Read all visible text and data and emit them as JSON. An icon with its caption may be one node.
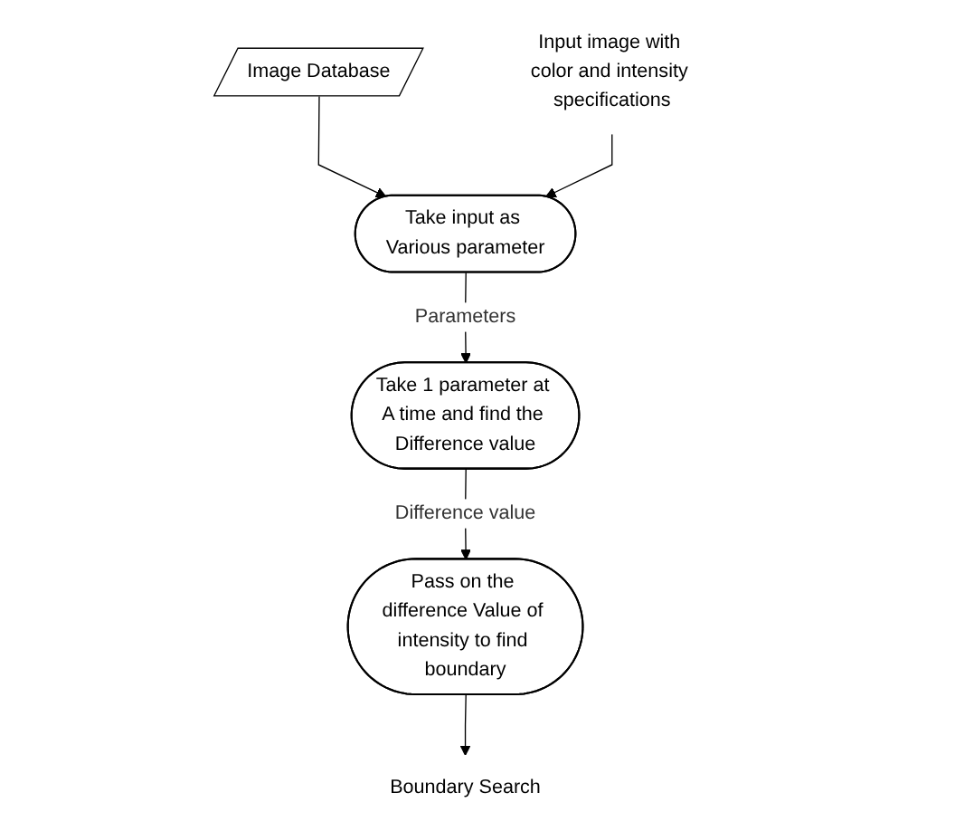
{
  "diagram": {
    "nodes": [
      {
        "text": [
          "Image Database"
        ]
      },
      {
        "text": [
          "Take input as Various parameter"
        ]
      },
      {
        "text": [
          "Input image with color and intensity specifications"
        ]
      },
      {
        "text": [
          "Take 1 parameter at A time and find the Difference value"
        ]
      },
      {
        "text": [
          "Pass on the difference Value of intensity to find boundary"
        ]
      },
      {
        "text": [
          "Boundary Search"
        ]
      }
    ],
    "edges": [
      {
        "from": 0,
        "to": 1,
        "arrow": "to"
      },
      {
        "from": 2,
        "to": 1,
        "arrow": "to"
      },
      {
        "from": 1,
        "to": 3,
        "arrow": "to",
        "label": "Parameters"
      },
      {
        "from": 3,
        "to": 4,
        "arrow": "to",
        "label": "Difference value"
      },
      {
        "from": 4,
        "to": 5,
        "arrow": "to"
      }
    ]
  }
}
